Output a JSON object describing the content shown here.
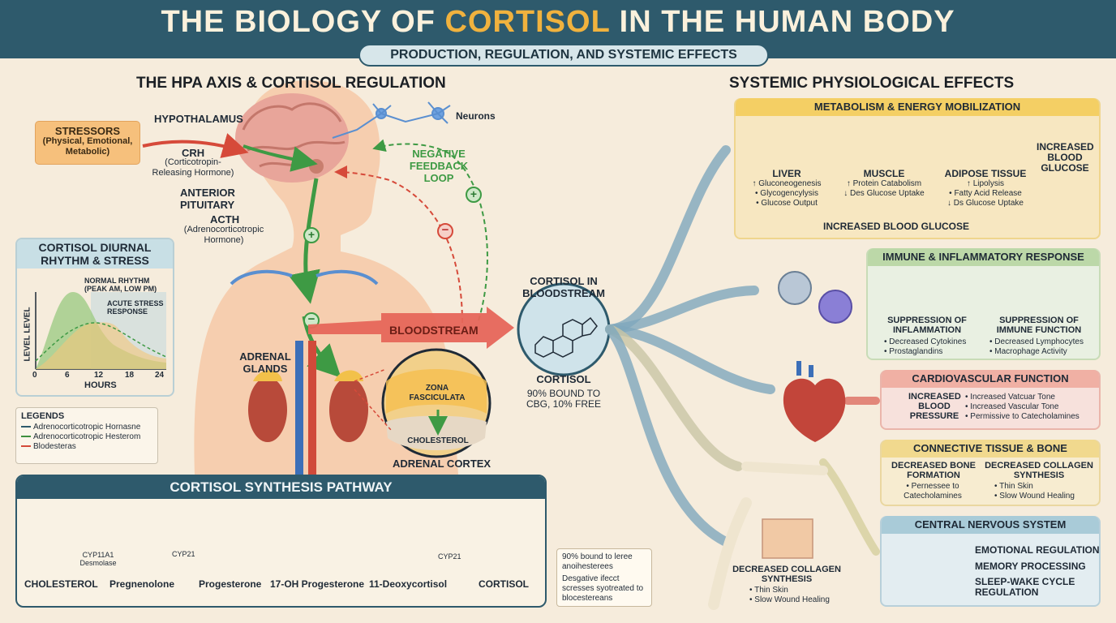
{
  "header": {
    "title_part1": "THE BIOLOGY OF ",
    "title_highlight": "CORTISOL",
    "title_part2": " IN THE HUMAN BODY",
    "subtitle": "PRODUCTION, REGULATION, AND SYSTEMIC EFFECTS"
  },
  "hpa": {
    "heading": "THE HPA AXIS & CORTISOL REGULATION",
    "stressors_title": "STRESSORS",
    "stressors_sub": "(Physical, Emotional, Metabolic)",
    "hypothalamus": "HYPOTHALAMUS",
    "crh": "CRH",
    "crh_sub": "(Corticotropin-Releasing Hormone)",
    "anterior_pituitary": "ANTERIOR PITUITARY",
    "acth": "ACTH",
    "acth_sub": "(Adrenocorticotropic Hormone)",
    "neurons": "Neurons",
    "feedback": "NEGATIVE FEEDBACK LOOP",
    "bloodstream": "BLOODSTREAM",
    "adrenal_glands": "ADRENAL GLANDS",
    "zona": "ZONA FASCICULATA",
    "cholesterol": "CHOLESTEROL",
    "adrenal_cortex": "ADRENAL CORTEX",
    "plus": "+",
    "minus": "−"
  },
  "rhythm": {
    "title": "CORTISOL DIURNAL RHYTHM & STRESS",
    "normal": "NORMAL RHYTHM (PEAK AM, LOW PM)",
    "acute": "ACUTE STRESS RESPONSE",
    "ylabel": "LEVEL LEVEL",
    "xlabel": "HOURS",
    "ticks": [
      "0",
      "6",
      "12",
      "18",
      "24"
    ]
  },
  "legend": {
    "title": "LEGENDS",
    "items": [
      "Adrenocorticotropic Hornasne",
      "Adrenocorticotropic Hesterom",
      "Blodesteras"
    ],
    "colors": [
      "#2e5a6c",
      "#3e8f3e",
      "#d44a3a"
    ]
  },
  "blood": {
    "title": "CORTISOL IN BLOODSTREAM",
    "cortisol": "CORTISOL",
    "bound": "90% BOUND TO CBG, 10% FREE"
  },
  "synthesis": {
    "title": "CORTISOL SYNTHESIS PATHWAY",
    "steps": [
      "CHOLESTEROL",
      "Pregnenolone",
      "Progesterone",
      "17-OH Progesterone",
      "11-Deoxycortisol",
      "CORTISOL"
    ],
    "enzymes": [
      "CYP11A1",
      "Desmolase",
      "CYP21",
      "CYP21"
    ],
    "note_lines": [
      "90% bound to leree anoihesterees",
      "Desgative ifecct scresses syotreated to blocestereans"
    ]
  },
  "effects": {
    "heading": "SYSTEMIC PHYSIOLOGICAL EFFECTS",
    "metabolism": {
      "title": "METABOLISM & ENERGY MOBILIZATION",
      "liver": "LIVER",
      "liver_items": [
        "↑ Gluconeogenesis",
        "• Glycogencylysis",
        "• Glucose Output"
      ],
      "muscle": "MUSCLE",
      "muscle_items": [
        "↑ Protein Catabolism",
        "↓ Des Glucose Uptake"
      ],
      "adipose": "ADIPOSE TISSUE",
      "adipose_items": [
        "↑ Lipolysis",
        "• Fatty Acid Release",
        "↓ Ds Glucose Uptake"
      ],
      "side": "INCREASED BLOOD GLUCOSE",
      "bottom": "INCREASED BLOOD GLUCOSE"
    },
    "immune": {
      "title": "IMMUNE & INFLAMMATORY RESPONSE",
      "left": "SUPPRESSION OF INFLAMMATION",
      "left_items": [
        "• Decreased Cytokines",
        "• Prostaglandins"
      ],
      "right": "SUPPRESSION OF IMMUNE FUNCTION",
      "right_items": [
        "• Decreased Lymphocytes",
        "• Macrophage Activity"
      ]
    },
    "cardio": {
      "title": "CARDIOVASCULAR FUNCTION",
      "bp": "INCREASED BLOOD PRESSURE",
      "items": [
        "• Increased Vatcuar Tone",
        "• Increased Vascular Tone",
        "• Permissive to Catecholamines"
      ]
    },
    "bone": {
      "title": "CONNECTIVE TISSUE & BONE",
      "left": "DECREASED BONE FORMATION",
      "left_items": [
        "• Pernessee to Catecholamines"
      ],
      "right": "DECREASED COLLAGEN SYNTHESIS",
      "right_items": [
        "• Thin Skin",
        "• Slow Wound Healing"
      ],
      "skin": "DECREASED COLLAGEN SYNTHESIS",
      "skin_items": [
        "• Thin Skin",
        "• Slow Wound Healing"
      ]
    },
    "cns": {
      "title": "CENTRAL NERVOUS SYSTEM",
      "items": [
        "EMOTIONAL REGULATION",
        "MEMORY PROCESSING",
        "SLEEP-WAKE CYCLE REGULATION"
      ]
    }
  }
}
